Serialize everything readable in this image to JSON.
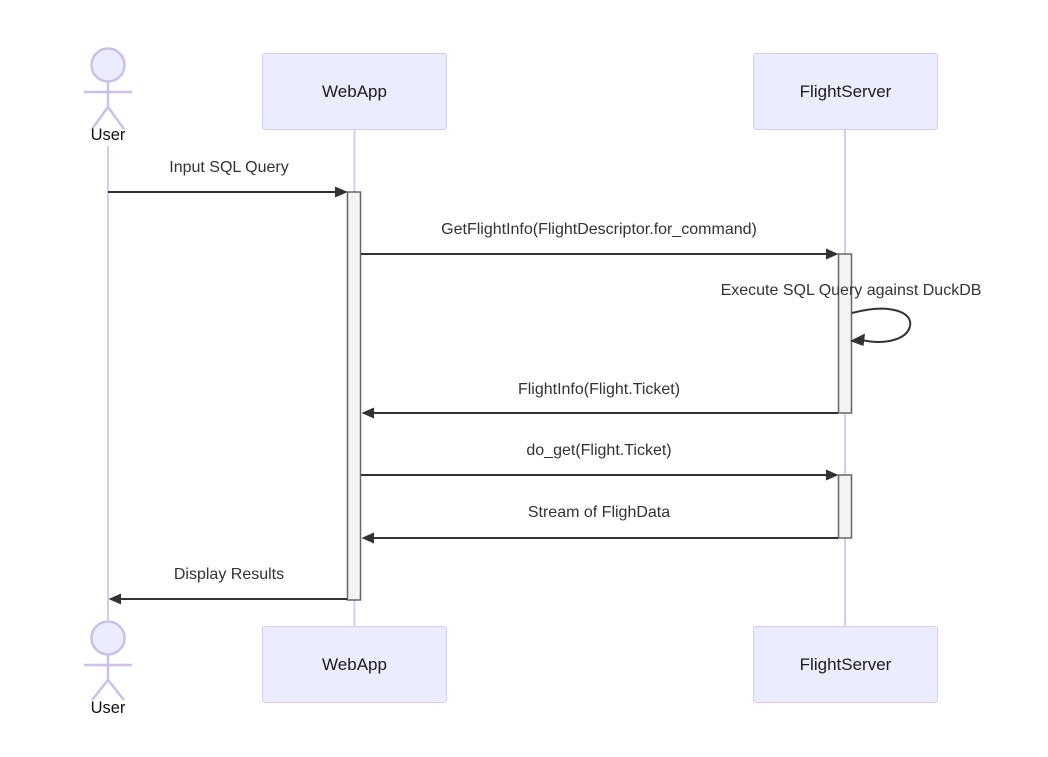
{
  "diagram": {
    "type": "sequence-diagram",
    "actor": {
      "id": "user",
      "top_label": "User",
      "bottom_label": "User"
    },
    "participants": {
      "webapp": {
        "top_label": "WebApp",
        "bottom_label": "WebApp"
      },
      "flightserver": {
        "top_label": "FlightServer",
        "bottom_label": "FlightServer"
      }
    },
    "messages": [
      {
        "from": "User",
        "to": "WebApp",
        "label": "Input SQL Query",
        "kind": "solid-arrow-right"
      },
      {
        "from": "WebApp",
        "to": "FlightServer",
        "label": "GetFlightInfo(FlightDescriptor.for_command)",
        "kind": "solid-arrow-right"
      },
      {
        "from": "FlightServer",
        "to": "FlightServer",
        "label": "Execute SQL Query against DuckDB",
        "kind": "self-loop"
      },
      {
        "from": "FlightServer",
        "to": "WebApp",
        "label": "FlightInfo(Flight.Ticket)",
        "kind": "solid-arrow-left"
      },
      {
        "from": "WebApp",
        "to": "FlightServer",
        "label": "do_get(Flight.Ticket)",
        "kind": "solid-arrow-right"
      },
      {
        "from": "FlightServer",
        "to": "WebApp",
        "label": "Stream of FlighData",
        "kind": "solid-arrow-left"
      },
      {
        "from": "WebApp",
        "to": "User",
        "label": "Display Results",
        "kind": "solid-arrow-left"
      }
    ],
    "colors": {
      "background": "#ffffff",
      "participant_fill": "#ececff",
      "participant_border": "#d5cdf0",
      "lifeline": "#d6ccf0",
      "actor_stroke": "#cbc0ea",
      "activation_fill": "#f4f4f4",
      "activation_border": "#666666",
      "message_line": "#333333",
      "message_text": "#333333"
    }
  }
}
